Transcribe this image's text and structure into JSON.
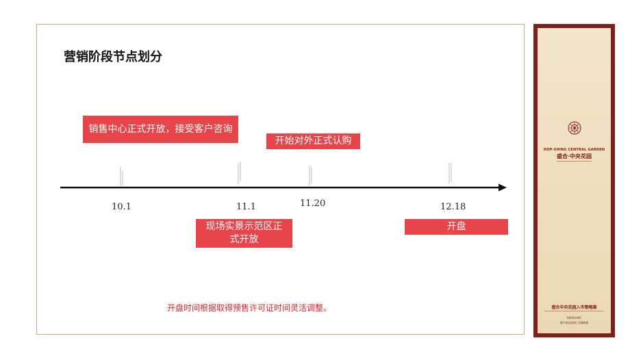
{
  "page": {
    "title": "营销阶段节点划分",
    "note": "开盘时间根据取得预售许可证时间灵活调整。"
  },
  "timeline": {
    "events_above": [
      {
        "text": "销售中心正式开放，接受客户咨询"
      },
      {
        "text": "开始对外正式认购"
      }
    ],
    "events_below": [
      {
        "text": "现场实景示范区正式开放"
      },
      {
        "text": "开盘"
      }
    ],
    "dates": [
      "10.1",
      "11.1",
      "11.20",
      "12.18"
    ]
  },
  "sidebar": {
    "brand_en": "HOP-SHING CENTRAL GARDEN",
    "brand_cn": "盛合·中央花园",
    "doc_title": "盛合中央花园入市策略案",
    "unit_label": "DEMOUNIT",
    "unit_name": "地产前沿机构  王缙映画"
  },
  "colors": {
    "accent": "#e8454a",
    "frame": "#c9ae7c",
    "sidebar": "#7d1f1c",
    "note": "#d8262c"
  }
}
